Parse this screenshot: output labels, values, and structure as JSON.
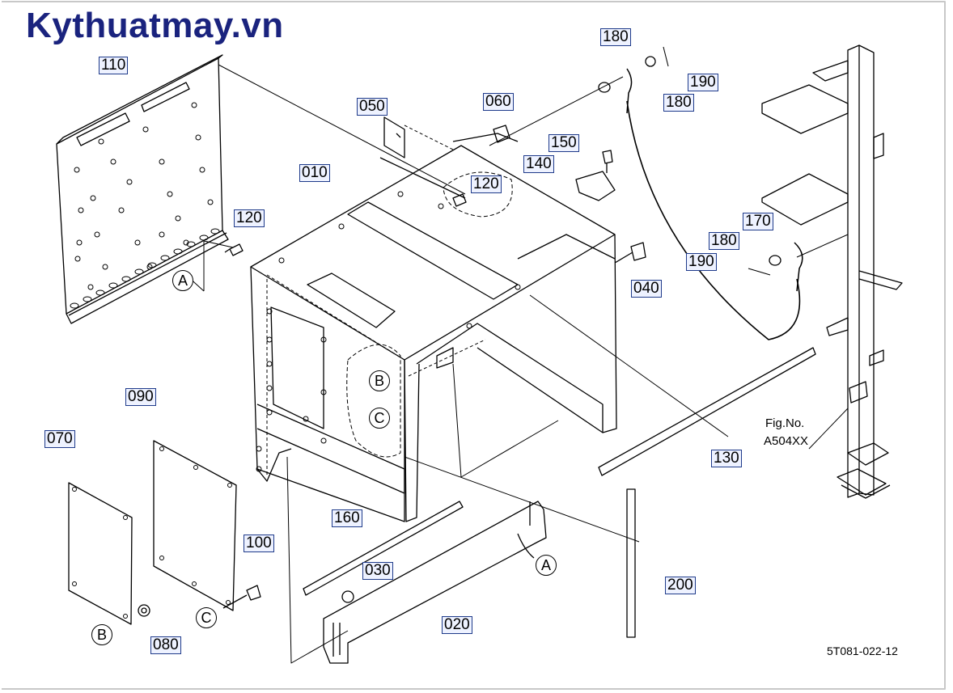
{
  "brand": "Kythuatmay.vn",
  "part_labels": {
    "p110": "110",
    "p120a": "120",
    "p120b": "120",
    "p050": "050",
    "p060": "060",
    "p010": "010",
    "p180a": "180",
    "p180b": "180",
    "p180c": "180",
    "p190a": "190",
    "p190b": "190",
    "p150": "150",
    "p140": "140",
    "p170": "170",
    "p040": "040",
    "p090": "090",
    "p070": "070",
    "p100": "100",
    "p080": "080",
    "p160": "160",
    "p030": "030",
    "p020": "020",
    "p200": "200",
    "p130": "130"
  },
  "callouts": {
    "a1": "A",
    "a2": "A",
    "b1": "B",
    "b2": "B",
    "c1": "C",
    "c2": "C"
  },
  "fig_no_label": "Fig.No.",
  "fig_no_value": "A504XX",
  "drawing_code": "5T081-022-12",
  "colors": {
    "brand": "#1a237e",
    "label_border": "#1e3a8a",
    "label_fill": "#eef2ff",
    "line": "#000000"
  }
}
